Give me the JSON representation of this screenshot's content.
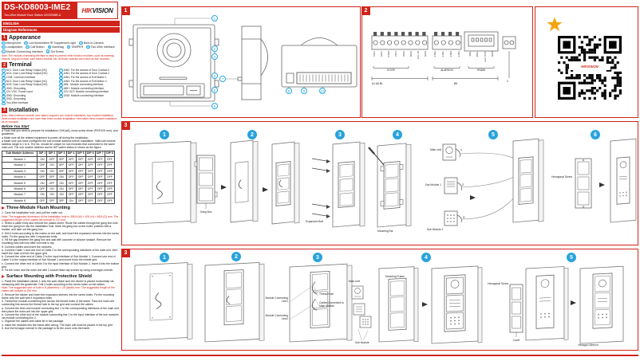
{
  "colors": {
    "brand_red": "#d0241b",
    "callout_blue": "#2ba7df",
    "step_blue": "#29a3dc",
    "star_orange": "#f2a50c"
  },
  "header": {
    "title": "DS-KD8003-IME2",
    "subtitle": "Two-Wire Module Door Station UD20058B-A",
    "logo1": "HIK",
    "logo2": "VISION",
    "language": "ENGLISH",
    "diagram_references": "Diagram References"
  },
  "appearance": {
    "badge": "1",
    "heading": "Appearance",
    "items": [
      {
        "num": "①",
        "label": "Microphone"
      },
      {
        "num": "②",
        "label": "Low Illumination IR Supplement Light"
      },
      {
        "num": "③",
        "label": "Built-in Camera"
      },
      {
        "num": "④",
        "label": "Loudspeaker"
      },
      {
        "num": "⑤",
        "label": "Call Button"
      },
      {
        "num": "⑥",
        "label": "Nametag"
      },
      {
        "num": "⑦",
        "label": "TAMPER"
      },
      {
        "num": "⑧",
        "label": "Two-Wire Interface"
      },
      {
        "num": "⑨",
        "label": "Module-Connecting Interface"
      },
      {
        "num": "⑩",
        "label": "Set Screw"
      }
    ],
    "note": "Note: The module-connecting interface is used to connect other function modules, such as nametag module, keypad module, card reader module, etc. All those modules are known as sub modules."
  },
  "terminal": {
    "badge": "2",
    "heading": "Terminal",
    "left_items": [
      {
        "num": "①",
        "label": "NC1: Door Lock Relay Output (NC)"
      },
      {
        "num": "②",
        "label": "NO1: Door Lock Relay Output (NO)"
      },
      {
        "num": "③",
        "label": "COM: Common Interface"
      },
      {
        "num": "④",
        "label": "NC2: Door Lock Relay Output (NC)"
      },
      {
        "num": "⑤",
        "label": "NO2: Door Lock Relay Output (NO)"
      },
      {
        "num": "⑥",
        "label": "GND: Grounding"
      },
      {
        "num": "⑦",
        "label": "12V VDC: Power Input"
      },
      {
        "num": "⑧",
        "label": "GND: Grounding"
      },
      {
        "num": "⑨",
        "label": "GND: Grounding"
      },
      {
        "num": "⑩",
        "label": "Two-Wire Interface"
      }
    ],
    "right_items": [
      {
        "num": "⑪",
        "label": "AIN2: For the access of Door Contact 2"
      },
      {
        "num": "⑫",
        "label": "AIN1: For the access of Door Contact 1"
      },
      {
        "num": "⑬",
        "label": "AIN4: For the access of Exit Button 1"
      },
      {
        "num": "⑭",
        "label": "AIN3: For the access of Exit Button 2"
      },
      {
        "num": "⑮",
        "label": "485-: Module connecting interface"
      },
      {
        "num": "⑯",
        "label": "485+: Module connecting interface"
      },
      {
        "num": "⑰",
        "label": "12V OUT: Module connecting interface"
      },
      {
        "num": "⑱",
        "label": "GND: Module connecting interface"
      }
    ]
  },
  "installation": {
    "badge": "3",
    "heading": "Installation",
    "note": "Note: Video intercom module door station supports one-module installation, two-module installation, three-module installation and more than three-module installation. Here takes three-module installation as an example.",
    "before_you_start": "Before You Start",
    "bullets": [
      "● Tools that you need to prepare for installation: Drill (ø6), cross screw driver (PH3*100 mm), and gradienter.",
      "● Make sure all the related equipment is power-off during the installation.",
      "● Make sure you have configured the sub module address before installation. Valid sub module address range is 1 to 8. The No. should be unique for sub modules that connected to the same main unit. The sub module address and its DIP switch status is shown as the figure."
    ],
    "dip_table": {
      "headers": [
        "Sub Module Address",
        "DIP 1",
        "DIP 2",
        "DIP 3",
        "DIP 4",
        "DIP 5",
        "DIP 6",
        "DIP 7",
        "DIP 8"
      ],
      "rows": [
        {
          "name": "Module 1",
          "d1": "ON",
          "d2": "OFF",
          "d3": "OFF",
          "d4": "OFF",
          "d5": "OFF",
          "d6": "OFF",
          "d7": "OFF",
          "d8": "OFF"
        },
        {
          "name": "Module 2",
          "d1": "OFF",
          "d2": "ON",
          "d3": "OFF",
          "d4": "OFF",
          "d5": "OFF",
          "d6": "OFF",
          "d7": "OFF",
          "d8": "OFF"
        },
        {
          "name": "Module 3",
          "d1": "ON",
          "d2": "ON",
          "d3": "OFF",
          "d4": "OFF",
          "d5": "OFF",
          "d6": "OFF",
          "d7": "OFF",
          "d8": "OFF"
        },
        {
          "name": "Module 4",
          "d1": "OFF",
          "d2": "OFF",
          "d3": "ON",
          "d4": "OFF",
          "d5": "OFF",
          "d6": "OFF",
          "d7": "OFF",
          "d8": "OFF"
        },
        {
          "name": "Module 5",
          "d1": "ON",
          "d2": "OFF",
          "d3": "ON",
          "d4": "OFF",
          "d5": "OFF",
          "d6": "OFF",
          "d7": "OFF",
          "d8": "OFF"
        },
        {
          "name": "Module 6",
          "d1": "OFF",
          "d2": "ON",
          "d3": "ON",
          "d4": "OFF",
          "d5": "OFF",
          "d6": "OFF",
          "d7": "OFF",
          "d8": "OFF"
        },
        {
          "name": "Module 7",
          "d1": "ON",
          "d2": "ON",
          "d3": "ON",
          "d4": "OFF",
          "d5": "OFF",
          "d6": "OFF",
          "d7": "OFF",
          "d8": "OFF"
        },
        {
          "name": "Module 8",
          "d1": "OFF",
          "d2": "OFF",
          "d3": "OFF",
          "d4": "ON",
          "d5": "OFF",
          "d6": "OFF",
          "d7": "OFF",
          "d8": "OFF"
        }
      ]
    },
    "flush": {
      "heading": "Three-Module Flush Mounting",
      "steps": [
        "1. Cave the installation hole, and pull the cable out.",
        "Note: The suggested dimension of the installation hole is 338.8 (W) × 100 (H) × 85.8 (D) mm. The suggested length of the cables left outside is 270 mm.",
        "2. Select a cable entry and remove the plastic sheet. Route the cables through the gang box hole. Insert the gang box into the installation hole. Mark the gang box screw holes' position with a marker, and take out the gang box.",
        "3. Drill 4 holes according to the marks on the wall, and insert the expansion sleeves into the screw holes. Fix the gang box with 4 expansion bolts.",
        "4. Fill the gap between the gang box and wall with concrete or silicone sealant. Remove the mounting ears with tool after concrete is dry.",
        "5. Connect cables and insert the modules.",
        "a. Connect Cable 1 and one end of Cable 2 to the corresponding interfaces of the main unit, then insert the main unit into the upper grid.",
        "b. Connect the other end of Cable 2 to the input interface of Sub Module 1. Connect one end of Cable 3 to the output interface of Sub Module 1 and insert it into the middle grid.",
        "c. Connect the other end of Cable 3 to the input interface of Sub Module 2. Insert it into the bottom grid.",
        "6. Fix the cover and the main unit with 2 socket head cap screws by using a hexagon wrench."
      ]
    },
    "surface": {
      "heading": "Surface Mounting with Protective Shield",
      "steps": [
        "1. Paste the installation sticker 1 onto the wall. Make sure the sticker is placed horizontally via measuring with the gradienter. Drill 4 holes according to the screw holes on the sticker.",
        "Note: The suggested size of hole is 6 (diameter) × 25 (depth) mm. The suggested length of the cables left outside is 250 mm.",
        "2. Remove the sticker and insert the expansion sleeves into the screw holes. Fix the mounting frame onto the wall with 4 expansion bolts.",
        "3. Thread the module-connecting line across the thread holes of the frame. Pass the main unit connecting line across the thread hole to the top grid and connect the cables.",
        "a. Connect the lines and module connecting line 1 to the corresponding interfaces of the main unit, then place the main unit into the upper grid.",
        "b. Connect the other end of the module-connecting line 1 to the input interface of the sub modules via module connecting line 2.",
        "c. Organize the cables with cable tie in the package.",
        "4. Insert the modules into the frame after wiring. The main unit must be placed in the top grid.",
        "5. Use the hexagon wrench in the package to fix the cover onto the frame."
      ]
    }
  },
  "panel1": {
    "badge": "1",
    "callouts": [
      "1",
      "2",
      "3",
      "4",
      "5",
      "6",
      "7",
      "8",
      "9",
      "10"
    ]
  },
  "panel2": {
    "badge": "2",
    "door_pins": [
      "NC1",
      "NO1",
      "COM",
      "NC2",
      "NO2",
      "GND",
      "12V IN",
      "GND"
    ],
    "alarm_pins": [
      "AIN2",
      "AIN1",
      "AIN4",
      "AIN3"
    ],
    "rs485_pins": [
      "485-",
      "485+",
      "12V OUT",
      "GND"
    ],
    "bracket_door": "DOOR",
    "bracket_alarm": "ALARM IN",
    "bracket_rs485": "RS485",
    "group_a": "A1 A8 B1",
    "group_b": "B8",
    "group_c": "C"
  },
  "qr_panel": {
    "logo_text": "HIKVISION"
  },
  "flush_panel": {
    "badge": "3",
    "step_numbers": [
      "1",
      "2",
      "3",
      "4",
      "5",
      "6"
    ],
    "labels": {
      "gang_box": "Gang Box",
      "expansion_bolt": "Expansion Bolt",
      "mounting_ear": "Mounting Ear",
      "main_unit": "Main Unit",
      "sub_module_1": "Sub Module 1",
      "sub_module_2": "Sub Module 2",
      "hexagonal_screw": "Hexagonal Screw"
    },
    "cable_numbers": [
      "1",
      "2",
      "3"
    ]
  },
  "surface_panel": {
    "badge": "3",
    "step_numbers": [
      "1",
      "2",
      "3",
      "4",
      "5"
    ],
    "labels": {
      "module_connecting_line1": "Module Connecting Line1",
      "thread_hole": "Thread Hole",
      "cables_connected": "Cables Connected to Main Module",
      "module_connecting_line2": "Module Connecting Line2",
      "main_unit": "Main Unit",
      "sub_module": "Sub Module",
      "mounting_frame": "Mounting Frame",
      "hexagonal_screw": "Hexagonal Screw",
      "cover": "Cover",
      "hexagon_wrench": "Hexagon Wrench"
    }
  }
}
